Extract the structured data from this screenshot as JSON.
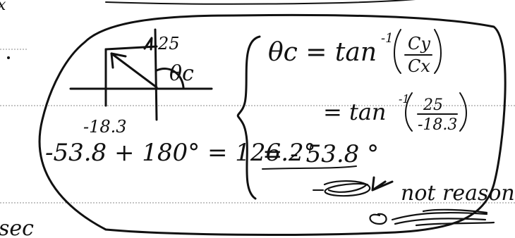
{
  "notes": {
    "top_fragment": "x",
    "left_fragment": "sec",
    "diagram": {
      "y_component_label": "25",
      "x_component_label": "-18.3",
      "angle_label": "θc"
    },
    "equations": {
      "line1": "θc = tan⁻¹(Cy/Cx)",
      "line1_lhs": "θc = tan",
      "line1_sup": "-1",
      "line1_num": "Cy",
      "line1_den": "Cx",
      "line2_prefix": "= tan",
      "line2_sup": "-1",
      "line2_num": "25",
      "line2_den": "-18.3",
      "line3": "= - 53.8 °"
    },
    "correction": "-53.8 + 180° = 126.2°",
    "remark": "not reasonable"
  }
}
